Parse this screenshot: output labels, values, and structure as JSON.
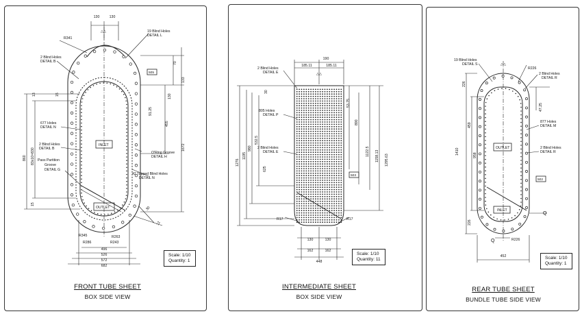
{
  "front": {
    "title": "FRONT TUBE SHEET",
    "subtitle": "BOX SIDE VIEW",
    "scale": "Scale: 1/10",
    "quantity": "Quantity: 1",
    "labels": {
      "top_left_dim": "130",
      "top_right_dim": "130",
      "r341": "R341",
      "blind19": "19 Blind Holes",
      "detail_l": "DETAIL L",
      "blind2b": "2 Blind Holes",
      "detail_b": "DETAIL B",
      "holes677": "677 Holes",
      "detail_n": "DETAIL N",
      "blind2b_2": "2 Blind Holes",
      "detail_b_2": "DETAIL B",
      "pass": "Pass Partition",
      "groove": "Groove",
      "detail_g": "DETAIL G",
      "oring": "O'Ring Groove",
      "detail_h": "DETAIL H",
      "tapped": "42 Tapped Blind Holes",
      "detail_n_2": "DETAIL N",
      "inlet": "INLET",
      "outlet": "OUTLET",
      "d860": "860",
      "d83": "83x10=830",
      "d13": "13",
      "d15": "15",
      "d70": "70",
      "d133": "133",
      "d130r": "130",
      "d9125": "91.25",
      "d455": "455",
      "d1672": "1672",
      "d15b": "15",
      "d12": "12",
      "d30": "30",
      "r345": "R345",
      "r263": "R263",
      "r286": "R286",
      "r243": "R243",
      "d496": "496",
      "d526": "526",
      "d572": "572",
      "d682": "682",
      "tag": "505"
    }
  },
  "intermediate": {
    "title": "INTERMEDIATE SHEET",
    "subtitle": "BOX SIDE VIEW",
    "scale": "Scale: 1/10",
    "quantity": "Quantity: 11",
    "labels": {
      "d190": "190",
      "d18511a": "185.11",
      "d18511b": "185.11",
      "blind2": "2 Blind Holes",
      "detail_e": "DETAIL E",
      "holes805": "805 Holes",
      "detail_p": "DETAIL P",
      "blind2b": "2 Blind Holes",
      "detail_e2": "DETAIL E",
      "d30": "30",
      "d5375": "53.75",
      "d890": "890",
      "d1122": "1122.5",
      "d1158": "1158.13",
      "d1295": "1295.63",
      "d1276": "1276",
      "d1195": "1195",
      "d980": "980",
      "d5325": "532.5",
      "d625": "625",
      "r17a": "R17",
      "r17b": "R17",
      "d130a": "130",
      "d130b": "130",
      "d162a": "162",
      "d162b": "162",
      "d448": "448",
      "tag": "503"
    }
  },
  "rear": {
    "title": "REAR TUBE SHEET",
    "subtitle": "BUNDLE TUBE SIDE VIEW",
    "scale": "Scale: 1/10",
    "quantity": "Quantity: 1",
    "labels": {
      "blind19": "19 Blind Holes",
      "detail_s": "DETAIL S",
      "r226": "R226",
      "blind2": "2 Blind Holes",
      "detail_r": "DETAIL R",
      "d4725": "47.25",
      "holes877": "877 Holes",
      "detail_m": "DETAIL M",
      "blind2b": "2 Blind Holes",
      "detail_r2": "DETAIL R",
      "outlet": "OUTLET",
      "inlet": "INLET",
      "d226a": "226",
      "d1410": "1410",
      "d459": "459",
      "d958": "958",
      "d226b": "226",
      "r226b": "R226",
      "d452": "452",
      "q": "Q",
      "tag": "502"
    }
  }
}
